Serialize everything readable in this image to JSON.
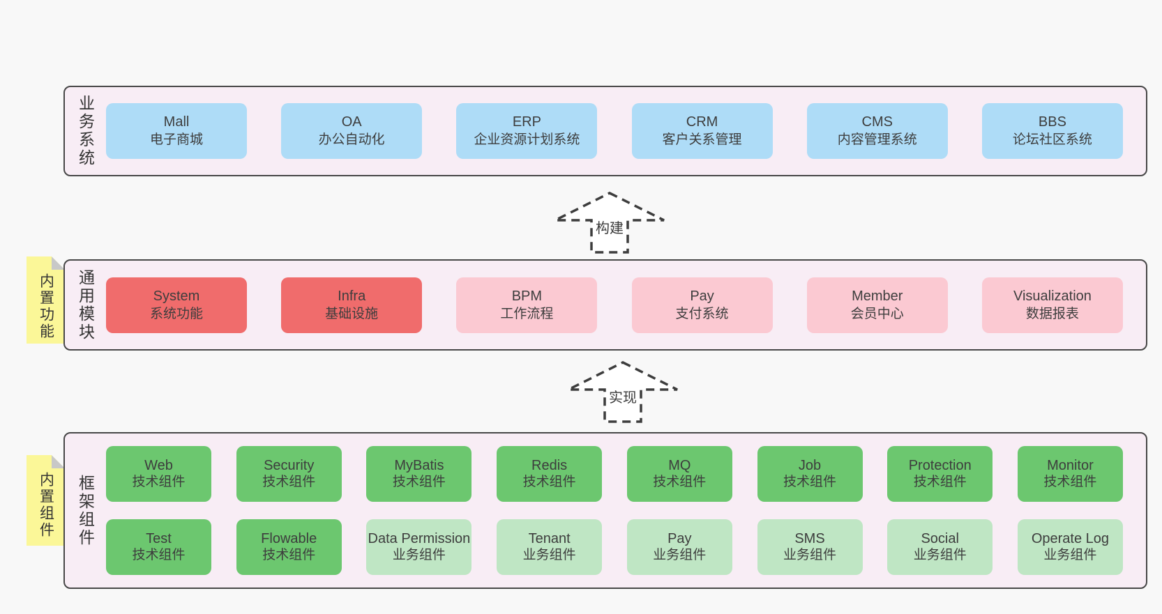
{
  "colors": {
    "page_bg": "#f8f8f8",
    "panel_bg": "#f8edf5",
    "panel_border": "#474747",
    "blue_box": "#aedcf7",
    "red_box": "#f06c6c",
    "pink_box": "#fbc9d2",
    "green_box": "#6cc76f",
    "green_light_box": "#bfe6c4",
    "note_yellow": "#fbf798",
    "note_fold_gray": "#c8c8c8",
    "arrow_stroke": "#3d3d3d"
  },
  "arrows": [
    {
      "label": "构建"
    },
    {
      "label": "实现"
    }
  ],
  "layers": {
    "business": {
      "label": "业务系统",
      "boxes": [
        {
          "name": "Mall",
          "desc": "电子商城"
        },
        {
          "name": "OA",
          "desc": "办公自动化"
        },
        {
          "name": "ERP",
          "desc": "企业资源计划系统"
        },
        {
          "name": "CRM",
          "desc": "客户关系管理"
        },
        {
          "name": "CMS",
          "desc": "内容管理系统"
        },
        {
          "name": "BBS",
          "desc": "论坛社区系统"
        }
      ]
    },
    "modules": {
      "label": "通用模块",
      "note": "内置功能",
      "boxes": [
        {
          "name": "System",
          "desc": "系统功能"
        },
        {
          "name": "Infra",
          "desc": "基础设施"
        },
        {
          "name": "BPM",
          "desc": "工作流程"
        },
        {
          "name": "Pay",
          "desc": "支付系统"
        },
        {
          "name": "Member",
          "desc": "会员中心"
        },
        {
          "name": "Visualization",
          "desc": "数据报表"
        }
      ]
    },
    "components": {
      "label": "框架组件",
      "note": "内置组件",
      "rows": [
        [
          {
            "name": "Web",
            "desc": "技术组件"
          },
          {
            "name": "Security",
            "desc": "技术组件"
          },
          {
            "name": "MyBatis",
            "desc": "技术组件"
          },
          {
            "name": "Redis",
            "desc": "技术组件"
          },
          {
            "name": "MQ",
            "desc": "技术组件"
          },
          {
            "name": "Job",
            "desc": "技术组件"
          },
          {
            "name": "Protection",
            "desc": "技术组件"
          },
          {
            "name": "Monitor",
            "desc": "技术组件"
          }
        ],
        [
          {
            "name": "Test",
            "desc": "技术组件"
          },
          {
            "name": "Flowable",
            "desc": "技术组件"
          },
          {
            "name": "Data Permission",
            "desc": "业务组件"
          },
          {
            "name": "Tenant",
            "desc": "业务组件"
          },
          {
            "name": "Pay",
            "desc": "业务组件"
          },
          {
            "name": "SMS",
            "desc": "业务组件"
          },
          {
            "name": "Social",
            "desc": "业务组件"
          },
          {
            "name": "Operate Log",
            "desc": "业务组件"
          }
        ]
      ]
    }
  }
}
